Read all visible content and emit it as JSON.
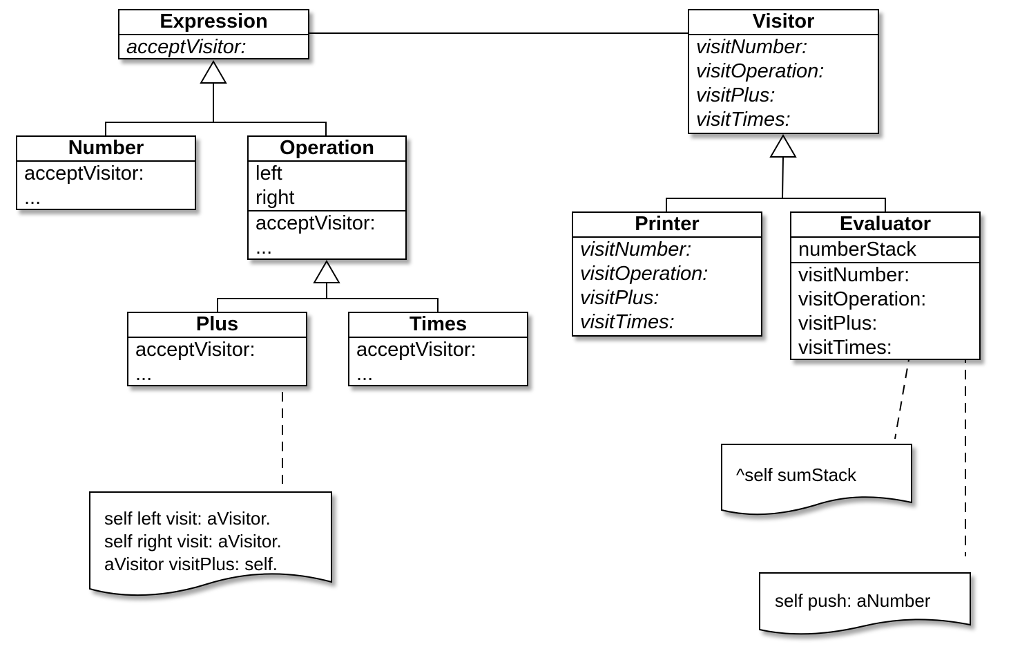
{
  "classes": {
    "expression": {
      "name": "Expression",
      "methods": [
        "acceptVisitor:"
      ]
    },
    "visitor": {
      "name": "Visitor",
      "methods": [
        "visitNumber:",
        "visitOperation:",
        "visitPlus:",
        "visitTimes:"
      ]
    },
    "number": {
      "name": "Number",
      "methods": [
        "acceptVisitor:",
        "..."
      ]
    },
    "operation": {
      "name": "Operation",
      "attributes": [
        "left",
        "right"
      ],
      "methods": [
        "acceptVisitor:",
        "..."
      ]
    },
    "plus": {
      "name": "Plus",
      "methods": [
        "acceptVisitor:",
        "..."
      ]
    },
    "times": {
      "name": "Times",
      "methods": [
        "acceptVisitor:",
        "..."
      ]
    },
    "printer": {
      "name": "Printer",
      "methods": [
        "visitNumber:",
        "visitOperation:",
        "visitPlus:",
        "visitTimes:"
      ]
    },
    "evaluator": {
      "name": "Evaluator",
      "attributes": [
        "numberStack"
      ],
      "methods": [
        "visitNumber:",
        "visitOperation:",
        "visitPlus:",
        "visitTimes:"
      ]
    }
  },
  "notes": {
    "plus_note": [
      "self left visit: aVisitor.",
      "self right visit: aVisitor.",
      "aVisitor visitPlus: self."
    ],
    "sum_note": [
      "^self sumStack"
    ],
    "push_note": [
      "self push: aNumber"
    ]
  }
}
